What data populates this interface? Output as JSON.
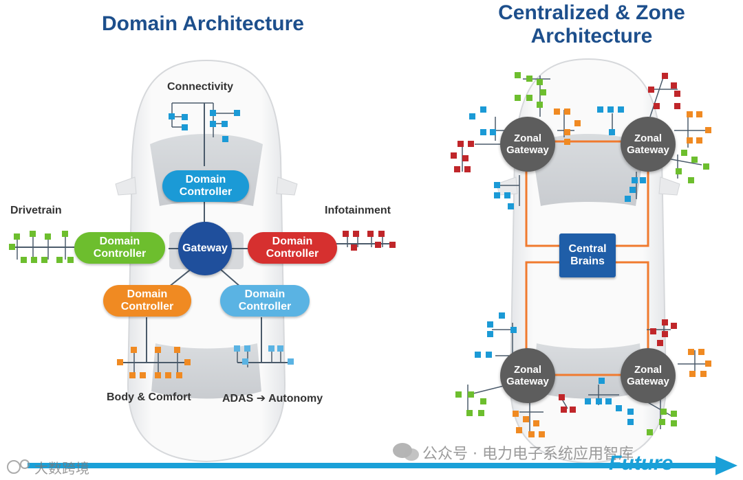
{
  "titles": {
    "left": "Domain Architecture",
    "right_line1": "Centralized & Zone",
    "right_line2": "Architecture"
  },
  "domain": {
    "labels": {
      "connectivity": "Connectivity",
      "drivetrain": "Drivetrain",
      "infotainment": "Infotainment",
      "body_comfort": "Body & Comfort",
      "adas": "ADAS",
      "autonomy": "Autonomy",
      "arrow": "➔"
    },
    "gateway": "Gateway",
    "controllers": {
      "top": [
        "Domain",
        "Controller"
      ],
      "left": [
        "Domain",
        "Controller"
      ],
      "right": [
        "Domain",
        "Controller"
      ],
      "bottom_left": [
        "Domain",
        "Controller"
      ],
      "bottom_right": [
        "Domain",
        "Controller"
      ]
    },
    "colors": {
      "top": "#1b9ad6",
      "left": "#6dbe2e",
      "right": "#d6302f",
      "bottom_left": "#f08a22",
      "bottom_right": "#5ab3e3",
      "gateway": "#1f4f9c"
    }
  },
  "zone": {
    "zonal_gateways": [
      [
        "Zonal",
        "Gateway"
      ],
      [
        "Zonal",
        "Gateway"
      ],
      [
        "Zonal",
        "Gateway"
      ],
      [
        "Zonal",
        "Gateway"
      ]
    ],
    "central": [
      "Central",
      "Brains"
    ],
    "colors": {
      "ring": "#f07a2e",
      "gateway": "#5d5d5d",
      "central": "#1f5ea8"
    }
  },
  "footer": {
    "watermark_left": "大数跨境",
    "watermark_right": "公众号 · 电力电子系统应用智库",
    "future": "Future"
  }
}
